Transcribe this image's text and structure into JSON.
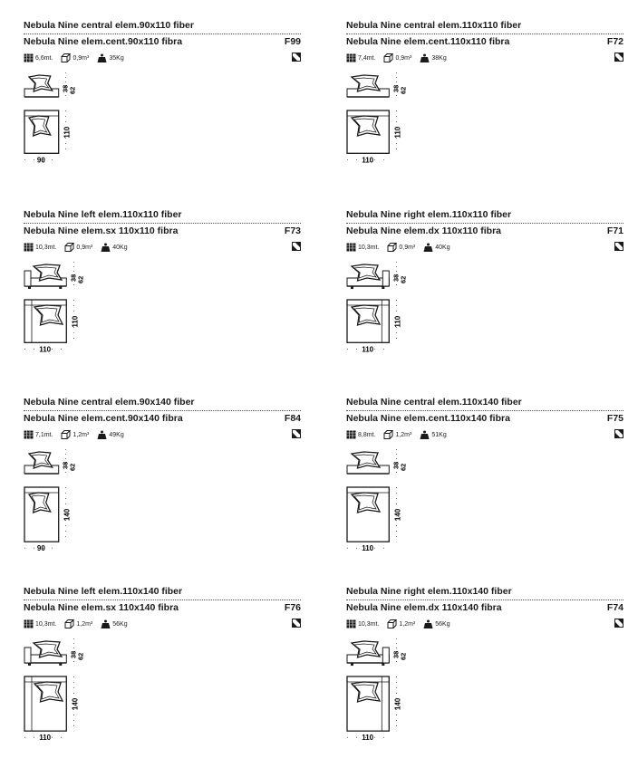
{
  "products": [
    {
      "title_en": "Nebula Nine central elem.90x110 fiber",
      "title_it": "Nebula Nine elem.cent.90x110 fibra",
      "code": "F99",
      "fabric": "6,6mt.",
      "volume": "0,9m³",
      "weight": "35Kg",
      "h_back": "38",
      "h_total": "62",
      "width": "90",
      "depth": "110",
      "kind": "central"
    },
    {
      "title_en": "Nebula Nine central elem.110x110 fiber",
      "title_it": "Nebula Nine elem.cent.110x110 fibra",
      "code": "F72",
      "fabric": "7,4mt.",
      "volume": "0,9m³",
      "weight": "38Kg",
      "h_back": "38",
      "h_total": "62",
      "width": "110",
      "depth": "110",
      "kind": "central"
    },
    {
      "title_en": "Nebula Nine left elem.110x110 fiber",
      "title_it": "Nebula Nine elem.sx 110x110 fibra",
      "code": "F73",
      "fabric": "10,3mt.",
      "volume": "0,9m³",
      "weight": "40Kg",
      "h_back": "38",
      "h_total": "62",
      "width": "110",
      "depth": "110",
      "kind": "left"
    },
    {
      "title_en": "Nebula Nine right elem.110x110 fiber",
      "title_it": "Nebula Nine elem.dx 110x110 fibra",
      "code": "F71",
      "fabric": "10,3mt.",
      "volume": "0,9m³",
      "weight": "40Kg",
      "h_back": "38",
      "h_total": "62",
      "width": "110",
      "depth": "110",
      "kind": "right"
    },
    {
      "title_en": "Nebula Nine central elem.90x140 fiber",
      "title_it": "Nebula Nine elem.cent.90x140 fibra",
      "code": "F84",
      "fabric": "7,1mt.",
      "volume": "1,2m³",
      "weight": "49Kg",
      "h_back": "38",
      "h_total": "62",
      "width": "90",
      "depth": "140",
      "kind": "central"
    },
    {
      "title_en": "Nebula Nine central elem.110x140 fiber",
      "title_it": "Nebula Nine elem.cent.110x140 fibra",
      "code": "F75",
      "fabric": "8,8mt.",
      "volume": "1,2m³",
      "weight": "51Kg",
      "h_back": "38",
      "h_total": "62",
      "width": "110",
      "depth": "140",
      "kind": "central"
    },
    {
      "title_en": "Nebula Nine left elem.110x140 fiber",
      "title_it": "Nebula Nine elem.sx 110x140 fibra",
      "code": "F76",
      "fabric": "10,3mt.",
      "volume": "1,2m³",
      "weight": "56Kg",
      "h_back": "38",
      "h_total": "62",
      "width": "110",
      "depth": "140",
      "kind": "left"
    },
    {
      "title_en": "Nebula Nine right elem.110x140 fiber",
      "title_it": "Nebula Nine elem.dx 110x140 fibra",
      "code": "F74",
      "fabric": "10,3mt.",
      "volume": "1,2m³",
      "weight": "56Kg",
      "h_back": "38",
      "h_total": "62",
      "width": "110",
      "depth": "140",
      "kind": "right"
    }
  ]
}
